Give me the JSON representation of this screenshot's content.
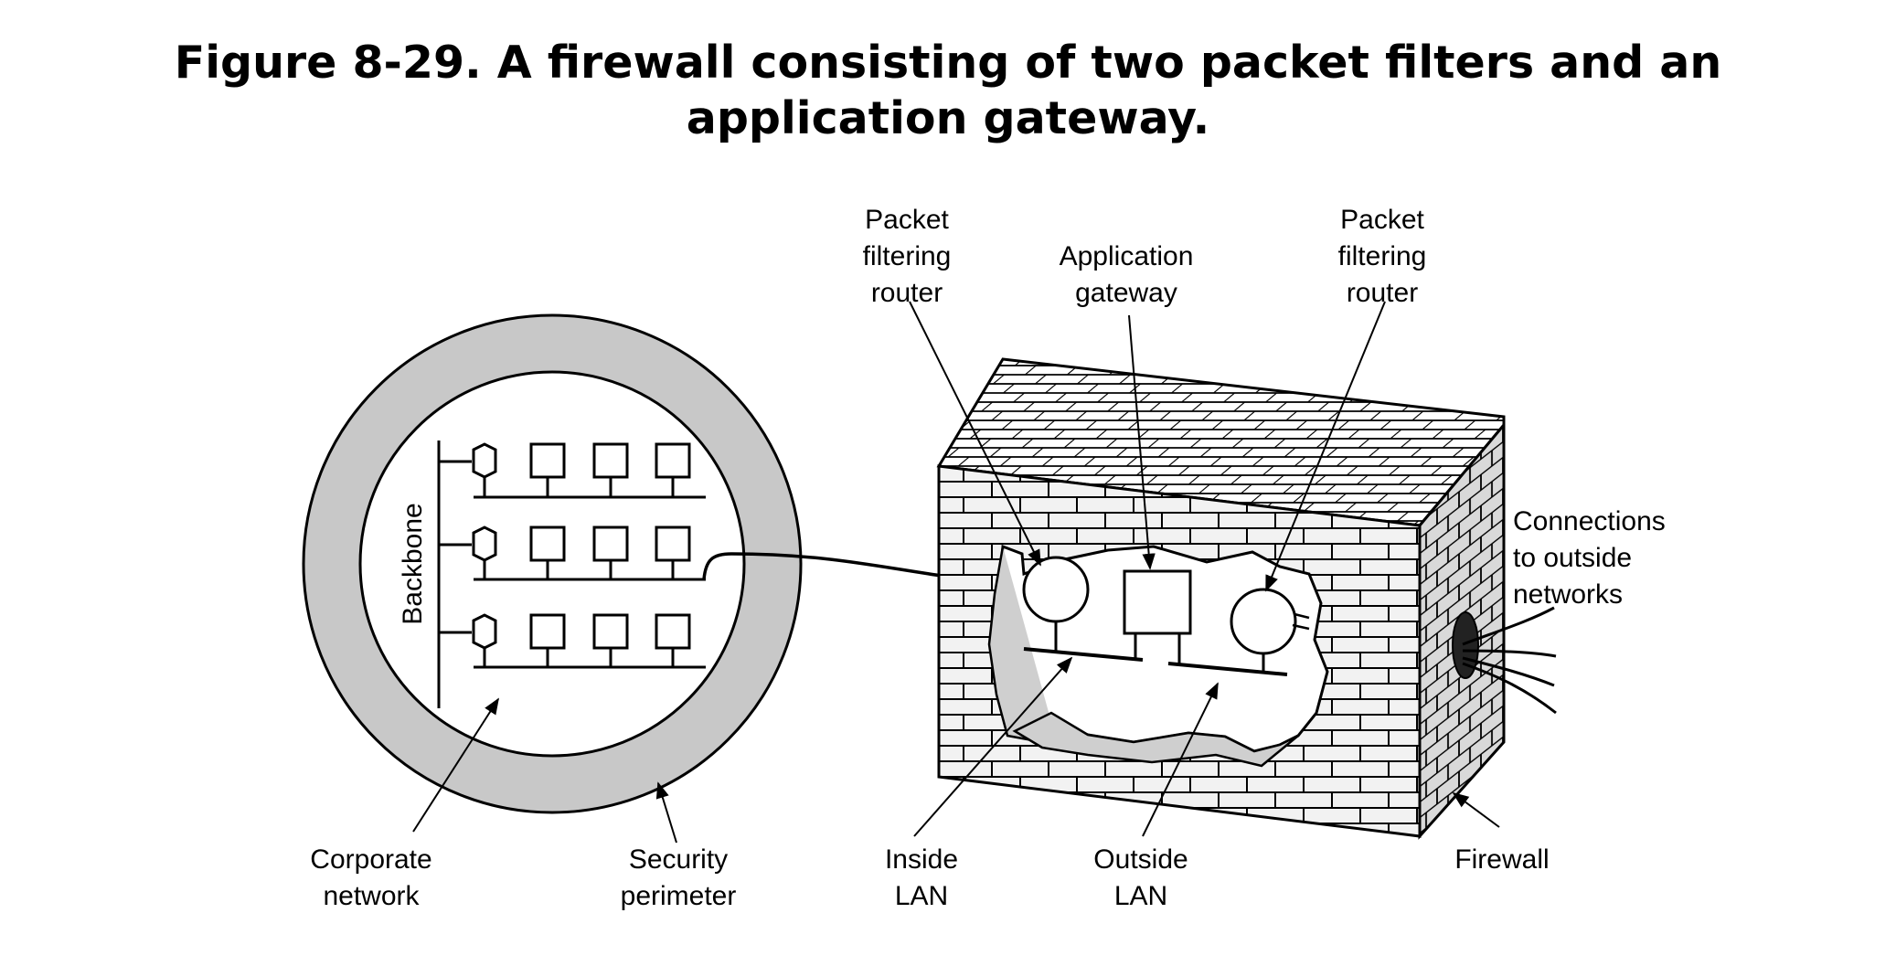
{
  "figure": {
    "title_line1": "Figure 8-29. A firewall consisting of two packet filters and an",
    "title_line2": "application gateway."
  },
  "labels": {
    "packet_filtering_router_left": [
      "Packet",
      "filtering",
      "router"
    ],
    "application_gateway": [
      "Application",
      "gateway"
    ],
    "packet_filtering_router_right": [
      "Packet",
      "filtering",
      "router"
    ],
    "connections": [
      "Connections",
      "to outside",
      "networks"
    ],
    "backbone": "Backbone",
    "corporate_network": [
      "Corporate",
      "network"
    ],
    "security_perimeter": [
      "Security",
      "perimeter"
    ],
    "inside_lan": [
      "Inside",
      "LAN"
    ],
    "outside_lan": [
      "Outside",
      "LAN"
    ],
    "firewall": "Firewall"
  },
  "colors": {
    "ring": "#c8c8c8",
    "brick_front": "#f2f2f2",
    "brick_top": "#ffffff",
    "brick_side": "#d9d9d9",
    "line": "#000000",
    "breach_edge": "#cfcfcf"
  }
}
